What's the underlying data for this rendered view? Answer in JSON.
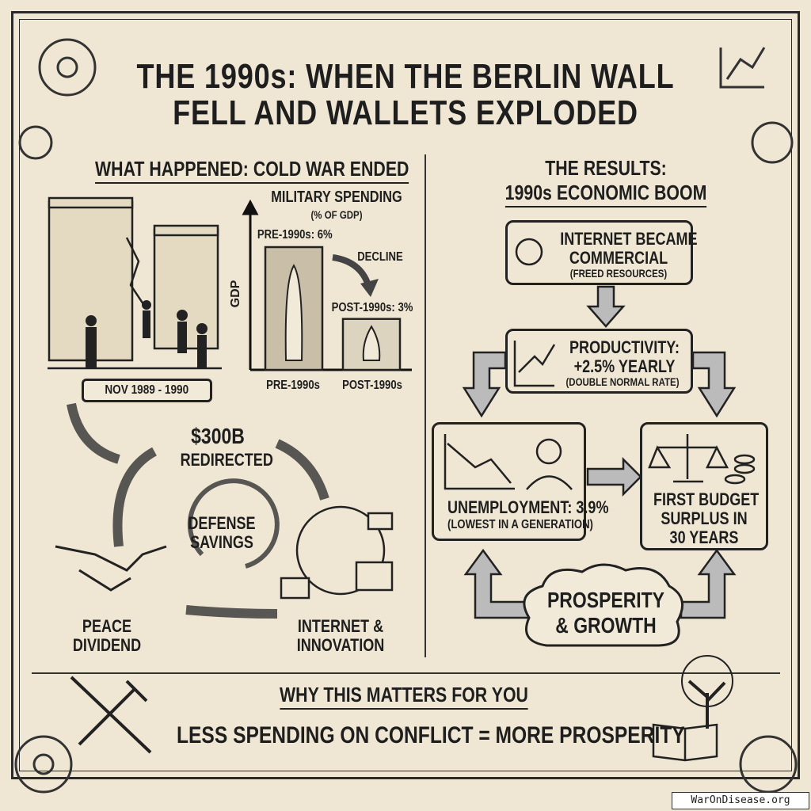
{
  "title": {
    "line1": "THE 1990s: WHEN THE BERLIN WALL",
    "line2": "FELL AND WALLETS EXPLODED"
  },
  "left": {
    "heading": "WHAT HAPPENED: COLD WAR ENDED",
    "date_label": "NOV 1989 - 1990",
    "chart": {
      "title": "MILITARY SPENDING",
      "subtitle": "(% OF GDP)",
      "ylabel": "GDP",
      "categories": [
        "PRE-1990s",
        "POST-1990s"
      ],
      "values": [
        6,
        3
      ],
      "pre_label": "PRE-1990s: 6%",
      "post_label": "POST-1990s: 3%",
      "decline": "DECLINE"
    },
    "cycle": {
      "amount": "$300B",
      "redirected": "REDIRECTED",
      "center1": "DEFENSE",
      "center2": "SAVINGS",
      "peace1": "PEACE",
      "peace2": "DIVIDEND",
      "internet1": "INTERNET &",
      "internet2": "INNOVATION"
    }
  },
  "right": {
    "heading1": "THE RESULTS:",
    "heading2": "1990s ECONOMIC BOOM",
    "box1": {
      "l1": "INTERNET BECAME",
      "l2": "COMMERCIAL",
      "l3": "(FREED RESOURCES)"
    },
    "box2": {
      "l1": "PRODUCTIVITY:",
      "l2": "+2.5% YEARLY",
      "l3": "(DOUBLE NORMAL RATE)"
    },
    "box3": {
      "l1": "UNEMPLOYMENT: 3.9%",
      "l2": "(LOWEST IN A GENERATION)"
    },
    "box4": {
      "l1": "FIRST BUDGET",
      "l2": "SURPLUS IN",
      "l3": "30 YEARS"
    },
    "cloud": {
      "l1": "PROSPERITY",
      "l2": "& GROWTH"
    }
  },
  "bottom": {
    "heading": "WHY THIS MATTERS FOR YOU",
    "tagline": "LESS SPENDING ON CONFLICT = MORE PROSPERITY"
  },
  "watermark": "WarOnDisease.org"
}
